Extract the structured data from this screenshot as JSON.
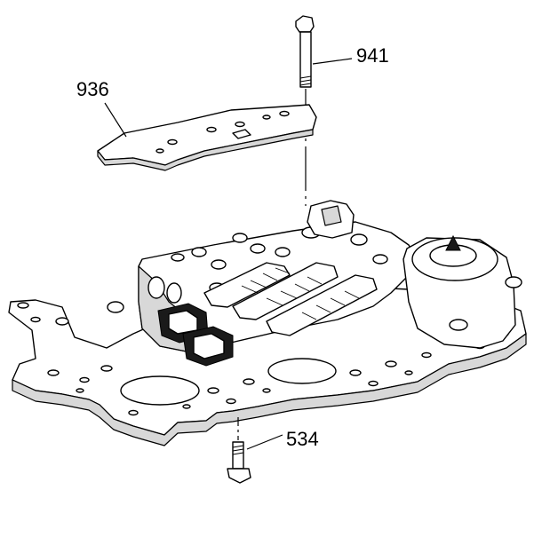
{
  "callouts": {
    "spacer_plate": "936",
    "upper_bolt": "941",
    "lower_bolt": "534"
  }
}
